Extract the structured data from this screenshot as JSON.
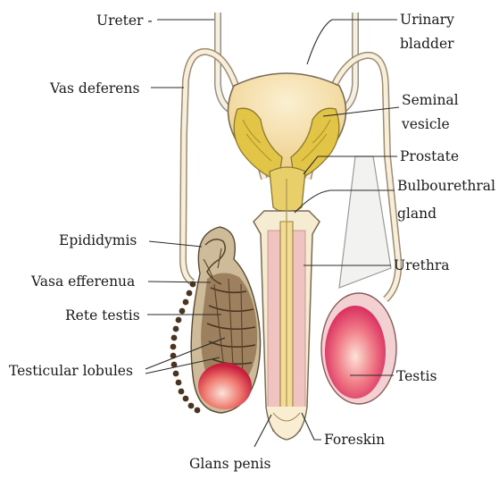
{
  "labels": {
    "ureter": "Ureter -",
    "vas_deferens": "Vas deferens",
    "epididymis": "Epididymis",
    "vasa_efferentia": "Vasa efferenua",
    "rete_testis": "Rete testis",
    "testicular_lobules": "Testicular lobules",
    "glans_penis": "Glans penis",
    "foreskin": "Foreskin",
    "testis": "Testis",
    "urethra": "Urethra",
    "bulbourethral_gland_line1": "Bulbourethral",
    "bulbourethral_gland_line2": "gland",
    "prostate": "Prostate",
    "seminal_vesicle_line1": "Seminal",
    "seminal_vesicle_line2": "vesicle",
    "urinary_bladder_line1": "Urinary",
    "urinary_bladder_line2": "bladder"
  },
  "colors": {
    "bladder": "#f6e2b4",
    "seminal_vesicle": "#e3c64a",
    "shaft_outer": "#f7edd0",
    "corpus": "#f0c4c0",
    "urethra": "#f4de9a",
    "testis_red": "#e6345a",
    "testis_pink": "#f6c6cc",
    "tubule_brown": "#6e5032",
    "duct": "#fbf6ea"
  }
}
